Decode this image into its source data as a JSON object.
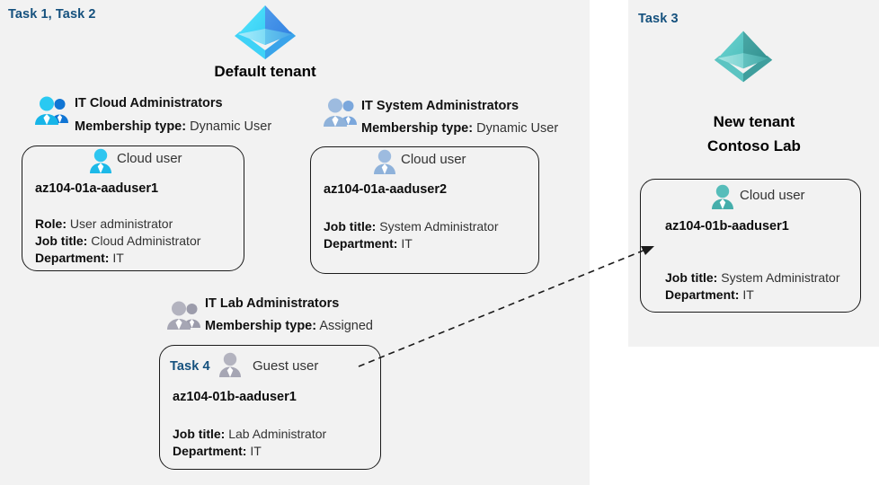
{
  "panels": {
    "left": {
      "task_label": "Task 1, Task 2"
    },
    "right": {
      "task_label": "Task 3"
    }
  },
  "tenants": {
    "default": {
      "icon": "azure-ad-tenant-icon",
      "title": "Default tenant",
      "color": "#2fc9f5"
    },
    "new": {
      "icon": "azure-ad-tenant-icon",
      "title_line1": "New  tenant",
      "title_line2": "Contoso Lab",
      "color": "#4fb9b5"
    }
  },
  "groups": [
    {
      "id": "it-cloud-administrators",
      "icon": "group-users-icon",
      "name": "IT Cloud Administrators",
      "membership_key": "Membership type:",
      "membership_value": "Dynamic User",
      "icon_style": "cyan"
    },
    {
      "id": "it-system-administrators",
      "icon": "group-users-icon",
      "name": "IT System Administrators",
      "membership_key": "Membership type:",
      "membership_value": "Dynamic User",
      "icon_style": "steel"
    },
    {
      "id": "it-lab-administrators",
      "icon": "group-users-icon",
      "name": "IT Lab Administrators",
      "membership_key": "Membership type:",
      "membership_value": "Assigned",
      "icon_style": "gray"
    }
  ],
  "cards": [
    {
      "id": "az104-01a-aaduser1",
      "user_type": "Cloud user",
      "user_icon": "cloud-user-icon",
      "username": "az104-01a-aaduser1",
      "fields": [
        {
          "key": "Role:",
          "value": "User administrator"
        },
        {
          "key": "Job title:",
          "value": "Cloud Administrator"
        },
        {
          "key": "Department:",
          "value": "IT"
        }
      ]
    },
    {
      "id": "az104-01a-aaduser2",
      "user_type": "Cloud user",
      "user_icon": "cloud-user-icon",
      "username": "az104-01a-aaduser2",
      "fields": [
        {
          "key": "Job title:",
          "value": "System Administrator"
        },
        {
          "key": "Department:",
          "value": "IT"
        }
      ]
    },
    {
      "id": "az104-01b-aaduser1-guest",
      "task_label": "Task 4",
      "user_type": "Guest user",
      "user_icon": "guest-user-icon",
      "username": "az104-01b-aaduser1",
      "fields": [
        {
          "key": "Job title:",
          "value": "Lab Administrator"
        },
        {
          "key": "Department:",
          "value": "IT"
        }
      ]
    },
    {
      "id": "az104-01b-aaduser1-cloud",
      "user_type": "Cloud user",
      "user_icon": "cloud-user-icon",
      "username": "az104-01b-aaduser1",
      "fields": [
        {
          "key": "Job title:",
          "value": "System Administrator"
        },
        {
          "key": "Department:",
          "value": "IT"
        }
      ]
    }
  ],
  "connector": {
    "name": "guest-to-cloud-user-arrow",
    "style": "dashed-arrow"
  },
  "colors": {
    "panel_bg": "#f2f2f2",
    "task_blue": "#15517e",
    "tenant_blue": "#2fc9f5",
    "tenant_teal": "#4fb9b5",
    "card_border": "#1b1b1b"
  }
}
